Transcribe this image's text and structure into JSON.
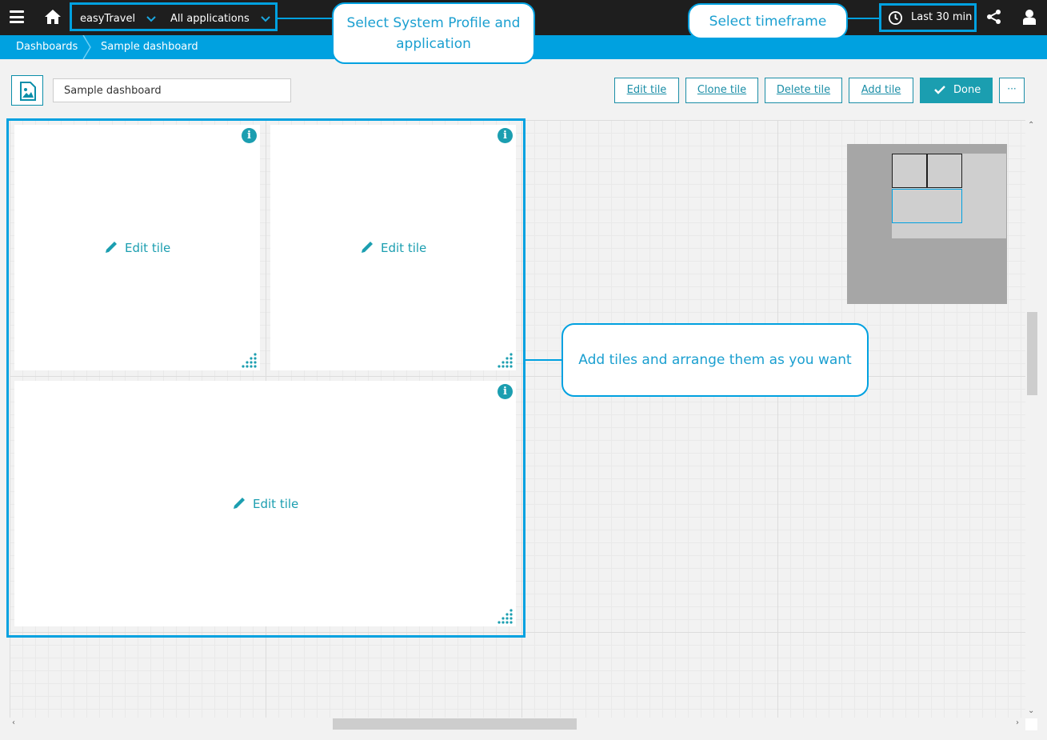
{
  "topbar": {
    "profile": "easyTravel",
    "application": "All applications",
    "timeframe": "Last 30 min"
  },
  "breadcrumb": {
    "root": "Dashboards",
    "current": "Sample dashboard"
  },
  "toolbar": {
    "dashboard_name": "Sample dashboard",
    "edit_tile": "Edit tile",
    "clone_tile": "Clone tile",
    "delete_tile": "Delete tile",
    "add_tile": "Add tile",
    "done": "Done",
    "more": "···"
  },
  "tiles": [
    {
      "edit_label": "Edit tile",
      "info": "i"
    },
    {
      "edit_label": "Edit tile",
      "info": "i"
    },
    {
      "edit_label": "Edit tile",
      "info": "i"
    }
  ],
  "callouts": {
    "profile": "Select System Profile and application",
    "timeframe": "Select timeframe",
    "tiles": "Add tiles and arrange them as you want"
  },
  "colors": {
    "accent": "#00a1e0",
    "teal": "#1b9eb0",
    "topbar": "#1e1e1e"
  },
  "icons": [
    "hamburger-icon",
    "home-icon",
    "chevron-down-icon",
    "clock-icon",
    "share-icon",
    "user-icon",
    "dashboard-image-icon",
    "check-icon",
    "info-icon",
    "pencil-icon",
    "resize-handle-icon"
  ]
}
